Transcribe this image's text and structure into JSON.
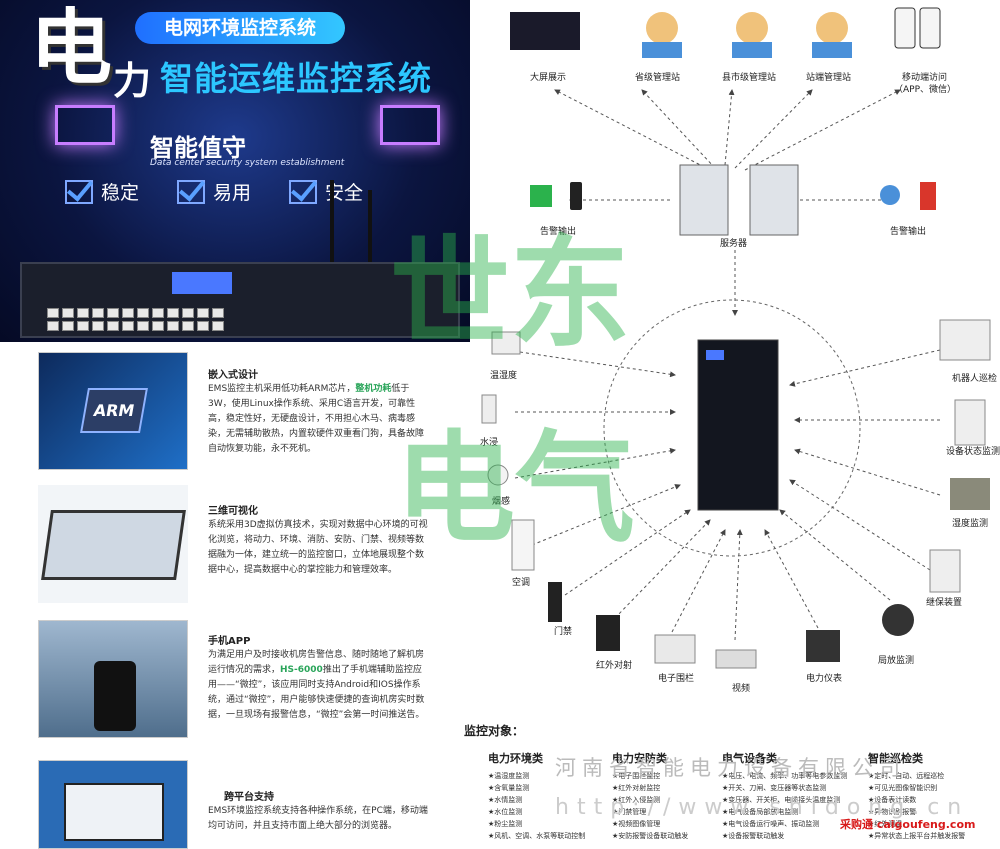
{
  "hero": {
    "big_char": "电",
    "pill": "电网环境监控系统",
    "title_pre": "力",
    "title": "智能运维监控系统",
    "watch": "智能值守",
    "eng": "Data center security system establishment",
    "checks": [
      "稳定",
      "易用",
      "安全"
    ]
  },
  "features": [
    {
      "title": "嵌入式设计",
      "body_a": "EMS监控主机采用低功耗ARM芯片，",
      "body_hl": "整机功耗",
      "body_b": "低于3W，使用Linux操作系统、采用C语言开发，可靠性高，稳定性好，无硬盘设计，不用担心木马、病毒感染，无需辅助散热，内置软硬件双重看门狗，具备故障自动恢复功能，永不死机。",
      "img": "ARM"
    },
    {
      "title": "三维可视化",
      "body_a": "系统采用3D虚拟仿真技术，实现对数据中心环境的可视化浏览，将动力、环境、消防、安防、门禁、视频等数据融为一体，建立统一的监控窗口，立体地展现整个数据中心，提高数据中心的掌控能力和管理效率。",
      "body_hl": "",
      "body_b": ""
    },
    {
      "title": "手机APP",
      "body_a": "为满足用户及时接收机房告警信息、随时随地了解机房运行情况的需求，",
      "body_hl": "HS-6000",
      "body_b": "推出了手机端辅助监控应用——“微控”，该应用同时支持Android和IOS操作系统，通过“微控”，用户能够快速便捷的查询机房实时数据，一旦现场有报警信息，“微控”会第一时间推送告。"
    },
    {
      "title": "跨平台支持",
      "body_a": "EMS环境监控系统支持各种操作系统，在PC端，移动端均可访问，并且支持市面上绝大部分的浏览器。",
      "body_hl": "",
      "body_b": ""
    }
  ],
  "watermark": {
    "a": "世东",
    "b": "电气"
  },
  "diagram": {
    "top": [
      "大屏展示",
      "省级管理站",
      "县市级管理站",
      "站端管理站",
      "移动端访问",
      "（APP、微信）"
    ],
    "alarm_left": "告警输出",
    "server": "服务器",
    "alarm_right": "告警输出",
    "left": [
      "温湿度",
      "水浸",
      "烟感",
      "空调",
      "门禁"
    ],
    "right": [
      "机器人巡检",
      "设备状态监测",
      "湿度监测",
      "继保装置",
      "局放监测"
    ],
    "bottom": [
      "红外对射",
      "电子围栏",
      "视频",
      "电力仪表"
    ]
  },
  "objects": {
    "head": "监控对象：",
    "cols": [
      {
        "title": "电力环境类",
        "items": [
          "★温湿度监测",
          "★含氧量监测",
          "★水情监测",
          "★水位监测",
          "★粉尘监测",
          "★风机、空调、水泵等联动控制"
        ]
      },
      {
        "title": "电力安防类",
        "items": [
          "★电子围栏监控",
          "★红外对射监控",
          "★红外入侵监测",
          "★门禁管理",
          "★视频图像管理",
          "★安防报警设备联动触发"
        ]
      },
      {
        "title": "电气设备类",
        "items": [
          "★电压、电流、频率、功率等电参数监测",
          "★开关、刀闸、变压器等状态监测",
          "★变压器、开关柜、电缆接头温度监测",
          "★电气设备局部放电监测",
          "★电气设备运行噪声、振动监测",
          "★设备报警联动触发"
        ]
      },
      {
        "title": "智能巡检类",
        "items": [
          "★定时、自动、远程巡检",
          "★可见光图像智能识别",
          "★设备表计读数",
          "★异物识别报警",
          "★红外测温",
          "★异常状态上报平台并触发报警"
        ]
      }
    ]
  },
  "footer": {
    "company": "河南省智能电力设备有限公司",
    "url": "http://www.shidong.cn",
    "cai": "采购通 caigoufeng.com"
  }
}
